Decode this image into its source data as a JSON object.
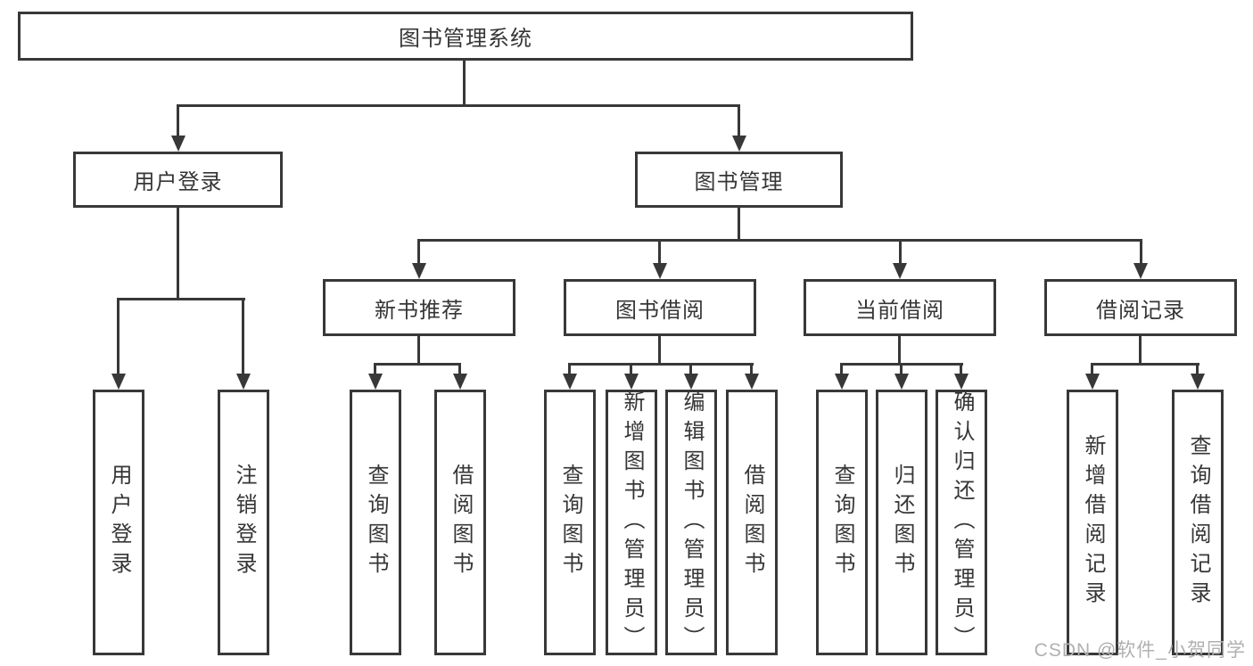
{
  "diagram": {
    "title_node": {
      "label": "图书管理系统"
    },
    "level2": [
      {
        "label": "用户登录"
      },
      {
        "label": "图书管理"
      }
    ],
    "level3": [
      {
        "label": "新书推荐",
        "parent": "图书管理"
      },
      {
        "label": "图书借阅",
        "parent": "图书管理"
      },
      {
        "label": "当前借阅",
        "parent": "图书管理"
      },
      {
        "label": "借阅记录",
        "parent": "图书管理"
      }
    ],
    "leaves": [
      {
        "label": "用户登录",
        "parent": "用户登录"
      },
      {
        "label": "注销登录",
        "parent": "用户登录"
      },
      {
        "label": "查询图书",
        "parent": "新书推荐"
      },
      {
        "label": "借阅图书",
        "parent": "新书推荐"
      },
      {
        "label": "查询图书",
        "parent": "图书借阅"
      },
      {
        "label": "新增图书（管理员）",
        "parent": "图书借阅"
      },
      {
        "label": "编辑图书（管理员）",
        "parent": "图书借阅"
      },
      {
        "label": "借阅图书",
        "parent": "图书借阅"
      },
      {
        "label": "查询图书",
        "parent": "当前借阅"
      },
      {
        "label": "归还图书",
        "parent": "当前借阅"
      },
      {
        "label": "确认归还（管理员）",
        "parent": "当前借阅"
      },
      {
        "label": "新增借阅记录",
        "parent": "借阅记录"
      },
      {
        "label": "查询借阅记录",
        "parent": "借阅记录"
      }
    ],
    "colors": {
      "line": "#383838",
      "text": "#363636",
      "box_fill": "#ffffff",
      "watermark": "#b0b0b0"
    }
  },
  "watermark": {
    "text": "CSDN @软件_小贺同学"
  }
}
